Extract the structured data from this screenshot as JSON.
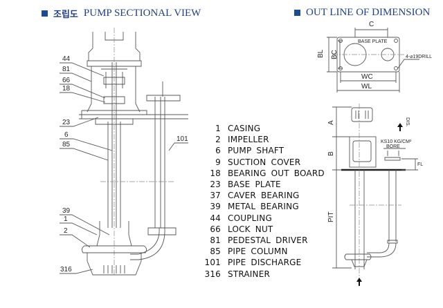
{
  "titles": {
    "left_korean": "조립도",
    "left": "PUMP SECTIONAL VIEW",
    "right": "OUT LINE OF DIMENSION"
  },
  "colors": {
    "title": "#1e3f86",
    "bullet": "#1e4c94",
    "line": "#555555"
  },
  "sectional_callouts": [
    "44",
    "81",
    "66",
    "18",
    "23",
    "6",
    "85",
    "101",
    "39",
    "1",
    "2",
    "316"
  ],
  "parts_list": [
    {
      "no": "1",
      "name": "CASING"
    },
    {
      "no": "2",
      "name": "IMPELLER"
    },
    {
      "no": "6",
      "name": "PUMP SHAFT"
    },
    {
      "no": "9",
      "name": "SUCTION COVER"
    },
    {
      "no": "18",
      "name": "BEARING OUT BOARD"
    },
    {
      "no": "23",
      "name": "BASE PLATE"
    },
    {
      "no": "37",
      "name": "CAVER BEARING"
    },
    {
      "no": "39",
      "name": "METAL BEARING"
    },
    {
      "no": "44",
      "name": "COUPLING"
    },
    {
      "no": "66",
      "name": "LOCK NUT"
    },
    {
      "no": "81",
      "name": "PEDESTAL DRIVER"
    },
    {
      "no": "85",
      "name": "PIPE COLUMN"
    },
    {
      "no": "101",
      "name": "PIPE DISCHARGE"
    },
    {
      "no": "316",
      "name": "STRAINER"
    }
  ],
  "dimension_labels": {
    "c": "C",
    "base_plate": "BASE PLATE",
    "bl": "BL",
    "bc": "BC",
    "drill": "4-⌀19DRILL",
    "wc": "WC",
    "wl": "WL",
    "a": "A",
    "b": "B",
    "pit": "PIT",
    "dis": "DIS.",
    "flange_rating": "KS10 KG/CM²",
    "bore": "BORE",
    "fl": "FL"
  }
}
